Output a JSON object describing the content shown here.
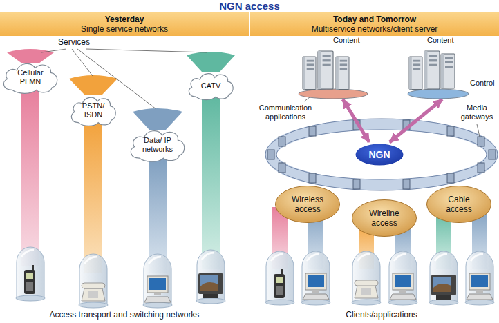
{
  "diagram": {
    "title": "NGN access",
    "nodes": [
      {
        "text": [
          "Yesterday",
          "Single service networks"
        ]
      },
      {
        "text": [
          "Today and Tomorrow",
          "Multiservice networks/client server"
        ]
      },
      {
        "text": [
          "Cellular PLMN"
        ]
      },
      {
        "text": [
          "PSTN/ ISDN"
        ]
      },
      {
        "text": [
          "Data/ IP networks"
        ]
      },
      {
        "text": [
          "CATV"
        ]
      },
      {
        "text": [
          "Content"
        ]
      },
      {
        "text": [
          "Content",
          "Control"
        ]
      },
      {
        "text": [
          "NGN"
        ]
      },
      {
        "text": [
          "Wireless access"
        ]
      },
      {
        "text": [
          "Wireline access"
        ]
      },
      {
        "text": [
          "Cable access"
        ]
      }
    ],
    "edges": [
      {
        "from": 6,
        "to": 8,
        "arrow": "both"
      },
      {
        "from": 7,
        "to": 8,
        "arrow": "both"
      }
    ],
    "labels": [
      "Services",
      "Communication applications",
      "Media gateways",
      "Access transport and switching networks",
      "Clients/applications"
    ]
  }
}
